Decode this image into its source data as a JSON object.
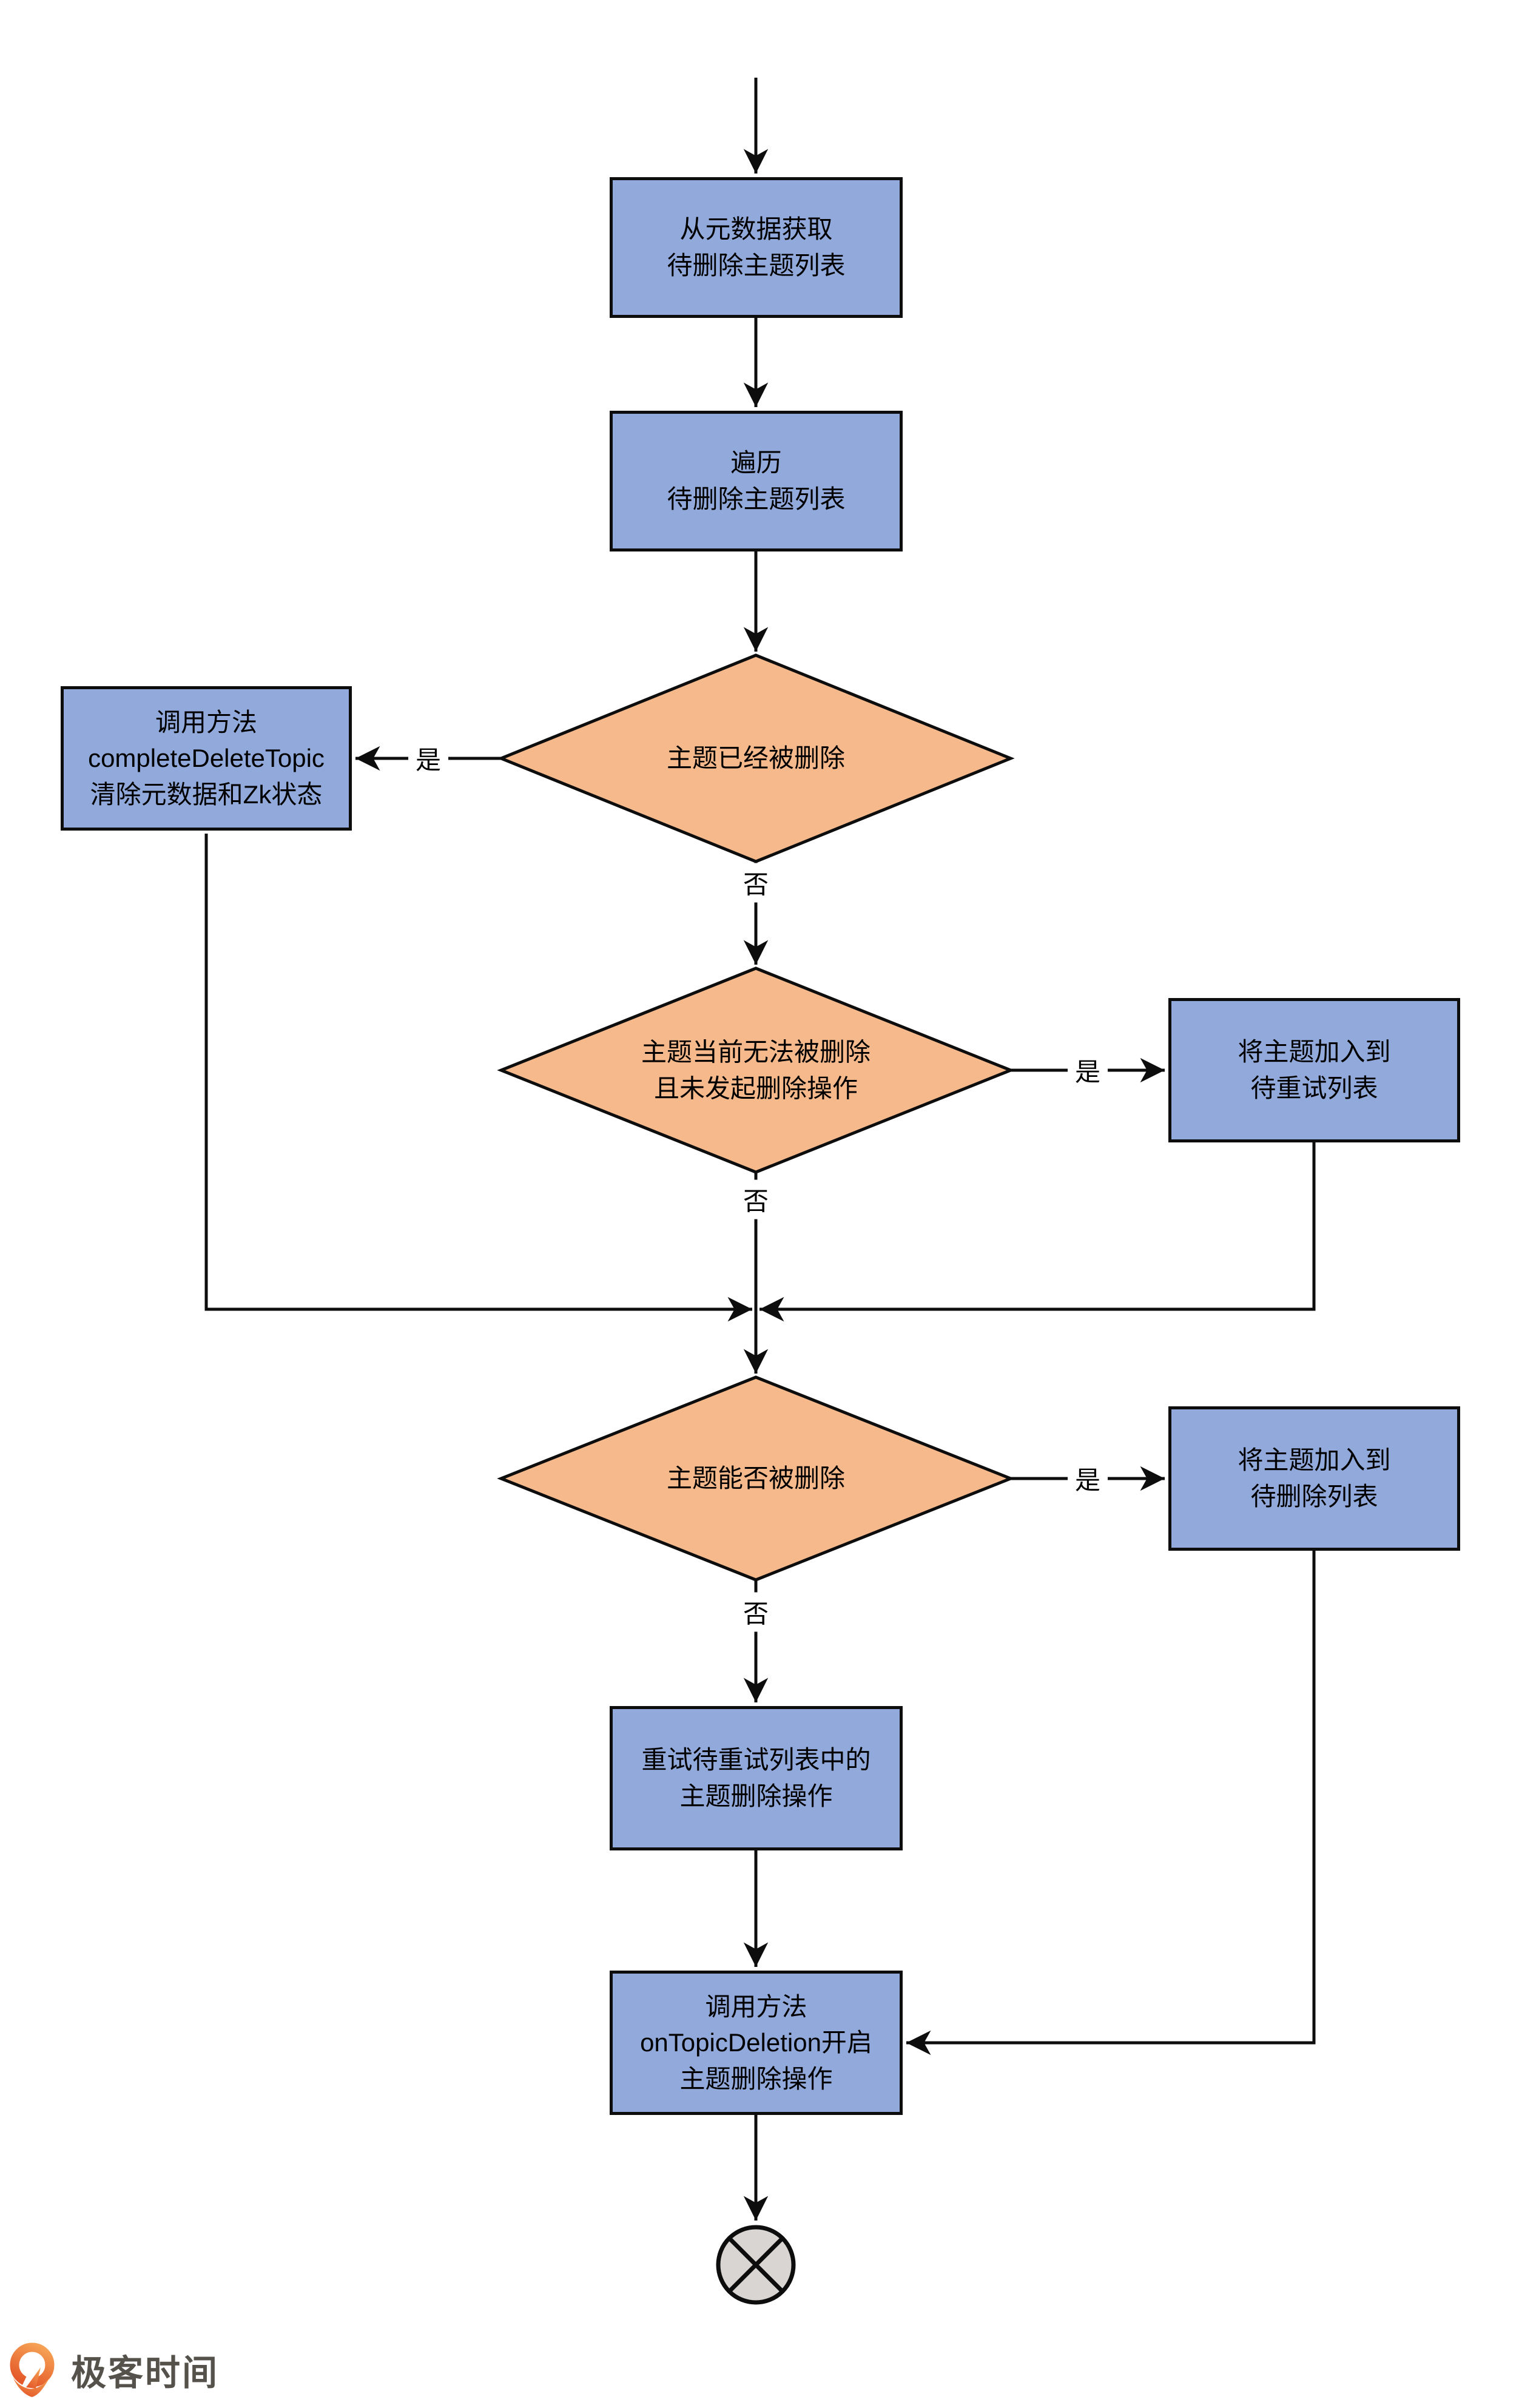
{
  "flowchart": {
    "nodes": {
      "get_topics": {
        "type": "process",
        "lines": [
          "从元数据获取",
          "待删除主题列表"
        ]
      },
      "iterate": {
        "type": "process",
        "lines": [
          "遍历",
          "待删除主题列表"
        ]
      },
      "is_deleted": {
        "type": "decision",
        "lines": [
          "主题已经被删除"
        ]
      },
      "complete_delete": {
        "type": "process",
        "lines": [
          "调用方法",
          "completeDeleteTopic",
          "清除元数据和Zk状态"
        ]
      },
      "cannot_delete_now": {
        "type": "decision",
        "lines": [
          "主题当前无法被删除",
          "且未发起删除操作"
        ]
      },
      "add_to_retry": {
        "type": "process",
        "lines": [
          "将主题加入到",
          "待重试列表"
        ]
      },
      "can_be_deleted": {
        "type": "decision",
        "lines": [
          "主题能否被删除"
        ]
      },
      "add_to_delete": {
        "type": "process",
        "lines": [
          "将主题加入到",
          "待删除列表"
        ]
      },
      "retry_pending": {
        "type": "process",
        "lines": [
          "重试待重试列表中的",
          "主题删除操作"
        ]
      },
      "on_topic_deletion": {
        "type": "process",
        "lines": [
          "调用方法",
          "onTopicDeletion开启",
          "主题删除操作"
        ]
      }
    },
    "edge_labels": {
      "yes": "是",
      "no": "否"
    },
    "terminator_icon": "circled-x-end-icon"
  },
  "footer": {
    "brand": "极客时间"
  },
  "colors": {
    "process_fill": "#92A9DB",
    "decision_fill": "#F6B98C",
    "stroke": "#0D0D0D",
    "terminator_fill": "#D8D5D2",
    "brand_orange_light": "#F5A053",
    "brand_orange_dark": "#E45829",
    "brand_text": "#55514B",
    "background": "#FFFFFF"
  }
}
